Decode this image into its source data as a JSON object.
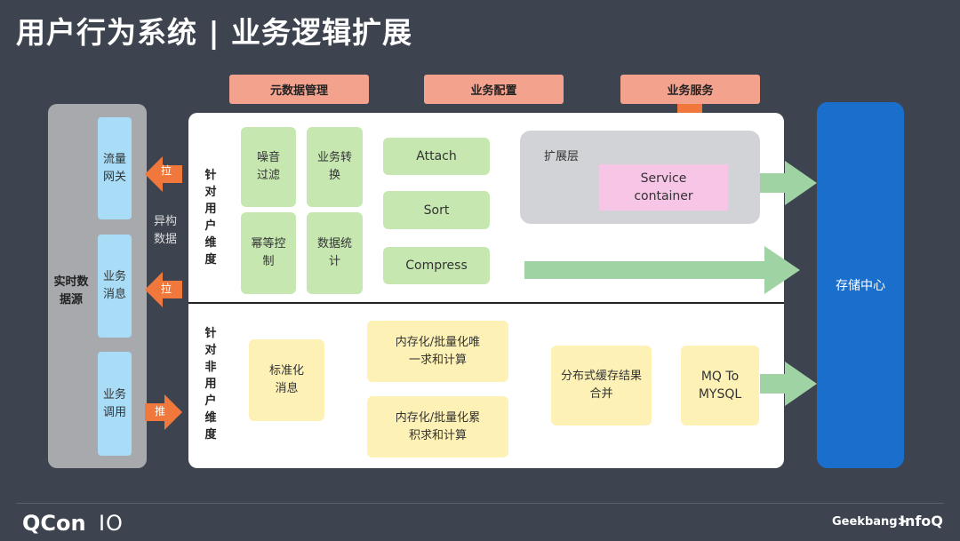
{
  "title": "用户行为系统 | 业务逻辑扩展",
  "headers": [
    "元数据管理",
    "业务配置",
    "业务服务"
  ],
  "source": {
    "label": "实时数据源",
    "items": [
      "流量网关",
      "业务消息",
      "业务调用"
    ]
  },
  "arrows": {
    "pull1": "拉",
    "pull2": "拉",
    "push": "推",
    "hetero": "异构数据"
  },
  "user_section": {
    "label": "针对用户维度",
    "filters": [
      "噪音过滤",
      "业务转换",
      "幂等控制",
      "数据统计"
    ],
    "ops": [
      "Attach",
      "Sort",
      "Compress"
    ],
    "ext_layer": "扩展层",
    "service_container": "Service container"
  },
  "nonuser_section": {
    "label": "针对非用户维度",
    "std_msg": "标准化消息",
    "mem1": "内存化/批量化唯一求和计算",
    "mem2": "内存化/批量化累积求和计算",
    "cache": "分布式缓存结果合并",
    "mq": "MQ To MYSQL"
  },
  "storage": "存储中心",
  "footer": {
    "qcon": "QCon",
    "io": "IO",
    "geekbang": "Geekbang>",
    "infoq": "InfoQ"
  },
  "colors": {
    "background": "#3d4450",
    "header_pink": "#f3a28e",
    "green_box": "#c6e8b0",
    "yellow_box": "#fdf1b6",
    "storage_blue": "#1a6fcc",
    "arrow_orange": "#f0783c",
    "arrow_green": "#9fd3a4"
  }
}
